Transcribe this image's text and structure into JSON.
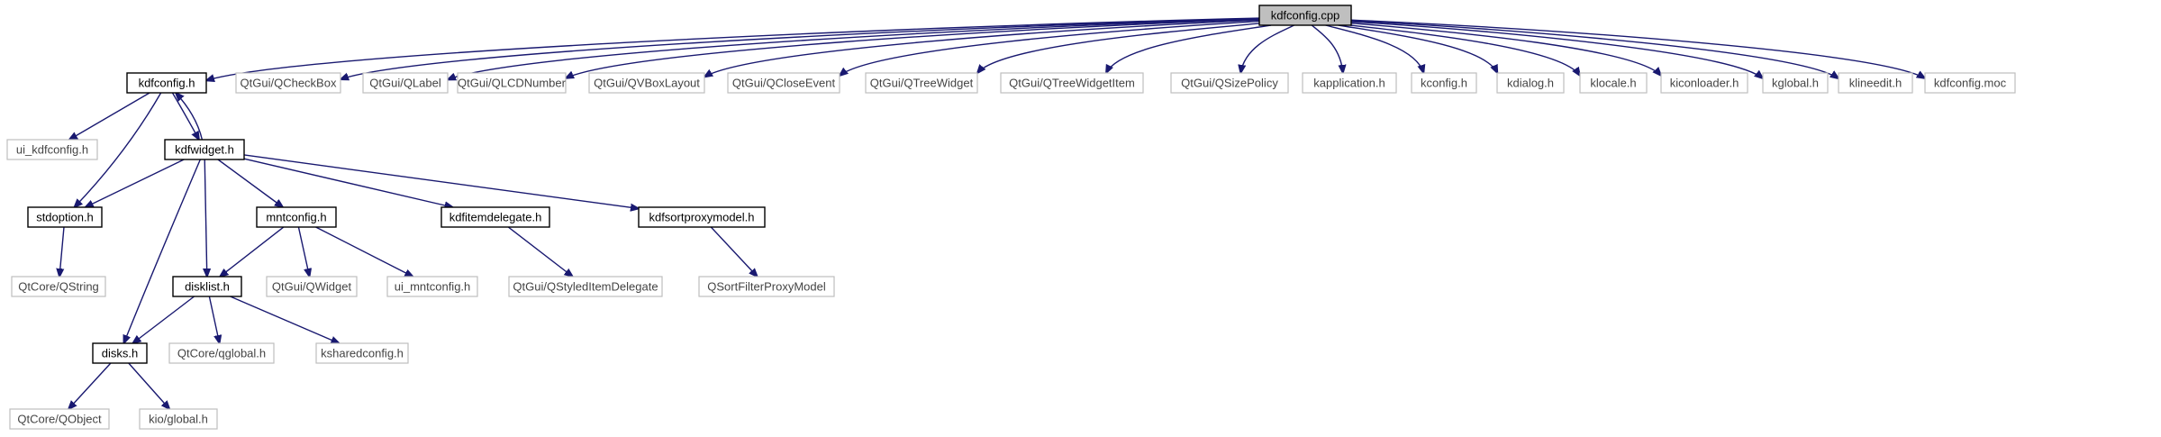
{
  "diagram": {
    "nodes": [
      {
        "id": "kdfconfig_cpp",
        "label": "kdfconfig.cpp",
        "kind": "root"
      },
      {
        "id": "kdfconfig_h",
        "label": "kdfconfig.h",
        "kind": "documented"
      },
      {
        "id": "qcheckbox",
        "label": "QtGui/QCheckBox",
        "kind": "external"
      },
      {
        "id": "qlabel",
        "label": "QtGui/QLabel",
        "kind": "external"
      },
      {
        "id": "qlcdnumber",
        "label": "QtGui/QLCDNumber",
        "kind": "external"
      },
      {
        "id": "qvboxlayout",
        "label": "QtGui/QVBoxLayout",
        "kind": "external"
      },
      {
        "id": "qcloseevent",
        "label": "QtGui/QCloseEvent",
        "kind": "external"
      },
      {
        "id": "qtreewidget",
        "label": "QtGui/QTreeWidget",
        "kind": "external"
      },
      {
        "id": "qtreewidgetitem",
        "label": "QtGui/QTreeWidgetItem",
        "kind": "external"
      },
      {
        "id": "qsizepolicy",
        "label": "QtGui/QSizePolicy",
        "kind": "external"
      },
      {
        "id": "kapplication",
        "label": "kapplication.h",
        "kind": "external"
      },
      {
        "id": "kconfig",
        "label": "kconfig.h",
        "kind": "external"
      },
      {
        "id": "kdialog",
        "label": "kdialog.h",
        "kind": "external"
      },
      {
        "id": "klocale",
        "label": "klocale.h",
        "kind": "external"
      },
      {
        "id": "kiconloader",
        "label": "kiconloader.h",
        "kind": "external"
      },
      {
        "id": "kglobal",
        "label": "kglobal.h",
        "kind": "external"
      },
      {
        "id": "klineedit",
        "label": "klineedit.h",
        "kind": "external"
      },
      {
        "id": "kdfconfig_moc",
        "label": "kdfconfig.moc",
        "kind": "external"
      },
      {
        "id": "ui_kdfconfig",
        "label": "ui_kdfconfig.h",
        "kind": "external"
      },
      {
        "id": "kdfwidget",
        "label": "kdfwidget.h",
        "kind": "documented"
      },
      {
        "id": "stdoption",
        "label": "stdoption.h",
        "kind": "documented"
      },
      {
        "id": "mntconfig",
        "label": "mntconfig.h",
        "kind": "documented"
      },
      {
        "id": "kdfitemdelegate",
        "label": "kdfitemdelegate.h",
        "kind": "documented"
      },
      {
        "id": "kdfsortproxymodel",
        "label": "kdfsortproxymodel.h",
        "kind": "documented"
      },
      {
        "id": "qstring",
        "label": "QtCore/QString",
        "kind": "external"
      },
      {
        "id": "qwidget",
        "label": "QtGui/QWidget",
        "kind": "external"
      },
      {
        "id": "ui_mntconfig",
        "label": "ui_mntconfig.h",
        "kind": "external"
      },
      {
        "id": "qstyleditemdelegate",
        "label": "QtGui/QStyledItemDelegate",
        "kind": "external"
      },
      {
        "id": "qsortfilterproxymodel",
        "label": "QSortFilterProxyModel",
        "kind": "external"
      },
      {
        "id": "disklist",
        "label": "disklist.h",
        "kind": "documented"
      },
      {
        "id": "qglobal",
        "label": "QtCore/qglobal.h",
        "kind": "external"
      },
      {
        "id": "ksharedconfig",
        "label": "ksharedconfig.h",
        "kind": "external"
      },
      {
        "id": "disks",
        "label": "disks.h",
        "kind": "documented"
      },
      {
        "id": "qobject",
        "label": "QtCore/QObject",
        "kind": "external"
      },
      {
        "id": "kio_global",
        "label": "kio/global.h",
        "kind": "external"
      }
    ],
    "edges": [
      [
        "kdfconfig_cpp",
        "kdfconfig_h"
      ],
      [
        "kdfconfig_cpp",
        "qcheckbox"
      ],
      [
        "kdfconfig_cpp",
        "qlabel"
      ],
      [
        "kdfconfig_cpp",
        "qlcdnumber"
      ],
      [
        "kdfconfig_cpp",
        "qvboxlayout"
      ],
      [
        "kdfconfig_cpp",
        "qcloseevent"
      ],
      [
        "kdfconfig_cpp",
        "qtreewidget"
      ],
      [
        "kdfconfig_cpp",
        "qtreewidgetitem"
      ],
      [
        "kdfconfig_cpp",
        "qsizepolicy"
      ],
      [
        "kdfconfig_cpp",
        "kapplication"
      ],
      [
        "kdfconfig_cpp",
        "kconfig"
      ],
      [
        "kdfconfig_cpp",
        "kdialog"
      ],
      [
        "kdfconfig_cpp",
        "klocale"
      ],
      [
        "kdfconfig_cpp",
        "kiconloader"
      ],
      [
        "kdfconfig_cpp",
        "kglobal"
      ],
      [
        "kdfconfig_cpp",
        "klineedit"
      ],
      [
        "kdfconfig_cpp",
        "kdfconfig_moc"
      ],
      [
        "kdfconfig_h",
        "ui_kdfconfig"
      ],
      [
        "kdfconfig_h",
        "kdfwidget"
      ],
      [
        "kdfconfig_h",
        "stdoption"
      ],
      [
        "kdfwidget",
        "kdfconfig_h"
      ],
      [
        "kdfwidget",
        "stdoption"
      ],
      [
        "kdfwidget",
        "mntconfig"
      ],
      [
        "kdfwidget",
        "kdfitemdelegate"
      ],
      [
        "kdfwidget",
        "kdfsortproxymodel"
      ],
      [
        "kdfwidget",
        "disklist"
      ],
      [
        "kdfwidget",
        "disks"
      ],
      [
        "stdoption",
        "qstring"
      ],
      [
        "mntconfig",
        "disklist"
      ],
      [
        "mntconfig",
        "qwidget"
      ],
      [
        "mntconfig",
        "ui_mntconfig"
      ],
      [
        "kdfitemdelegate",
        "qstyleditemdelegate"
      ],
      [
        "kdfsortproxymodel",
        "qsortfilterproxymodel"
      ],
      [
        "disklist",
        "disks"
      ],
      [
        "disklist",
        "qglobal"
      ],
      [
        "disklist",
        "ksharedconfig"
      ],
      [
        "disks",
        "qobject"
      ],
      [
        "disks",
        "kio_global"
      ]
    ]
  }
}
